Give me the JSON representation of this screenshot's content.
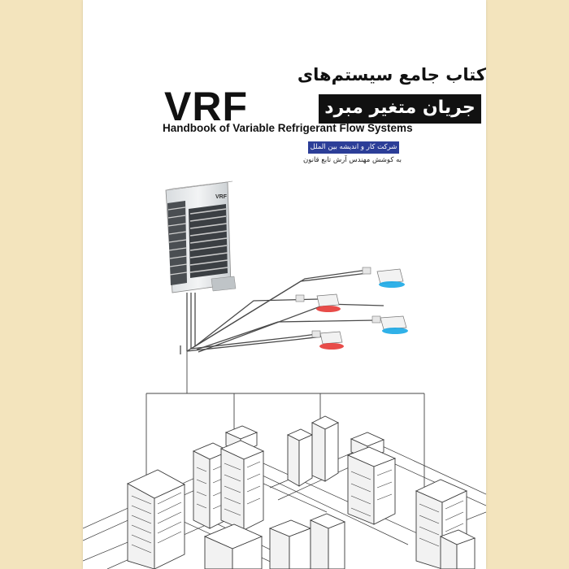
{
  "cover": {
    "title_line1": "کتاب جامع سیستم‌های",
    "title_line2": "جریان متغیر مبرد",
    "title_acronym": "VRF",
    "title_english": "Handbook of Variable Refrigerant Flow Systems",
    "publisher": "شرکت کار و اندیشه بین الملل",
    "author": "به کوشش مهندس آرش تابع قانون",
    "unit_label": "VRF"
  },
  "colors": {
    "background": "#f3e4bd",
    "page": "#ffffff",
    "badge": "#2c3e98",
    "cool_indicator": "#19a9e6",
    "heat_indicator": "#e53935"
  },
  "icons": {
    "outdoor_unit": "outdoor-ac-unit-icon",
    "indoor_units": "cassette-ac-unit-icon",
    "city": "isometric-city-icon"
  }
}
